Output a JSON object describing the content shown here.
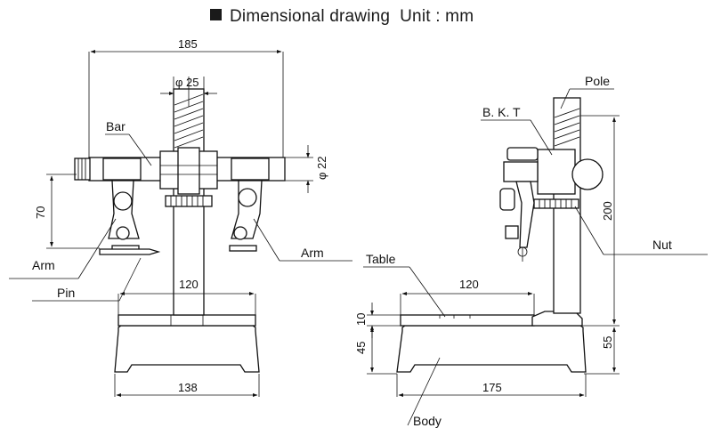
{
  "title": {
    "main": "Dimensional drawing",
    "unit": "Unit : mm"
  },
  "dimensions": {
    "width_185": "185",
    "dia_25": "φ 25",
    "dia_22": "φ 22",
    "height_70": "70",
    "table_120_front": "120",
    "base_138": "138",
    "table_120_side": "120",
    "base_175": "175",
    "height_200": "200",
    "height_10": "10",
    "height_45": "45",
    "height_55": "55"
  },
  "labels": {
    "bar": "Bar",
    "arm_left": "Arm",
    "arm_right": "Arm",
    "pin": "Pin",
    "pole": "Pole",
    "bkt": "B. K. T",
    "nut": "Nut",
    "table": "Table",
    "body": "Body"
  }
}
